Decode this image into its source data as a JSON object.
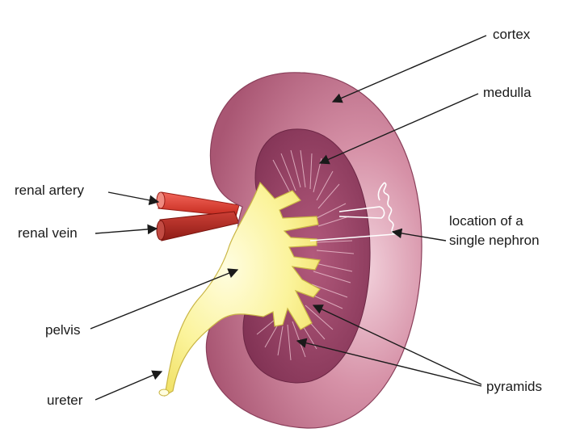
{
  "diagram": {
    "labels": {
      "cortex": "cortex",
      "medulla": "medulla",
      "renal_artery": "renal artery",
      "renal_vein": "renal vein",
      "nephron_line1": "location of a",
      "nephron_line2": "single nephron",
      "pelvis": "pelvis",
      "pyramids": "pyramids",
      "ureter": "ureter"
    },
    "colors": {
      "cortex": "#b86e86",
      "cortex_light": "#e6b9c7",
      "medulla": "#8c3d5e",
      "pyramid_stripe": "#f1c9d6",
      "pelvis": "#fbf6a0",
      "pelvis_outline": "#d6c24a",
      "artery": "#d8362a",
      "vein": "#a8241d",
      "leader_line": "#1a1a1a"
    }
  }
}
